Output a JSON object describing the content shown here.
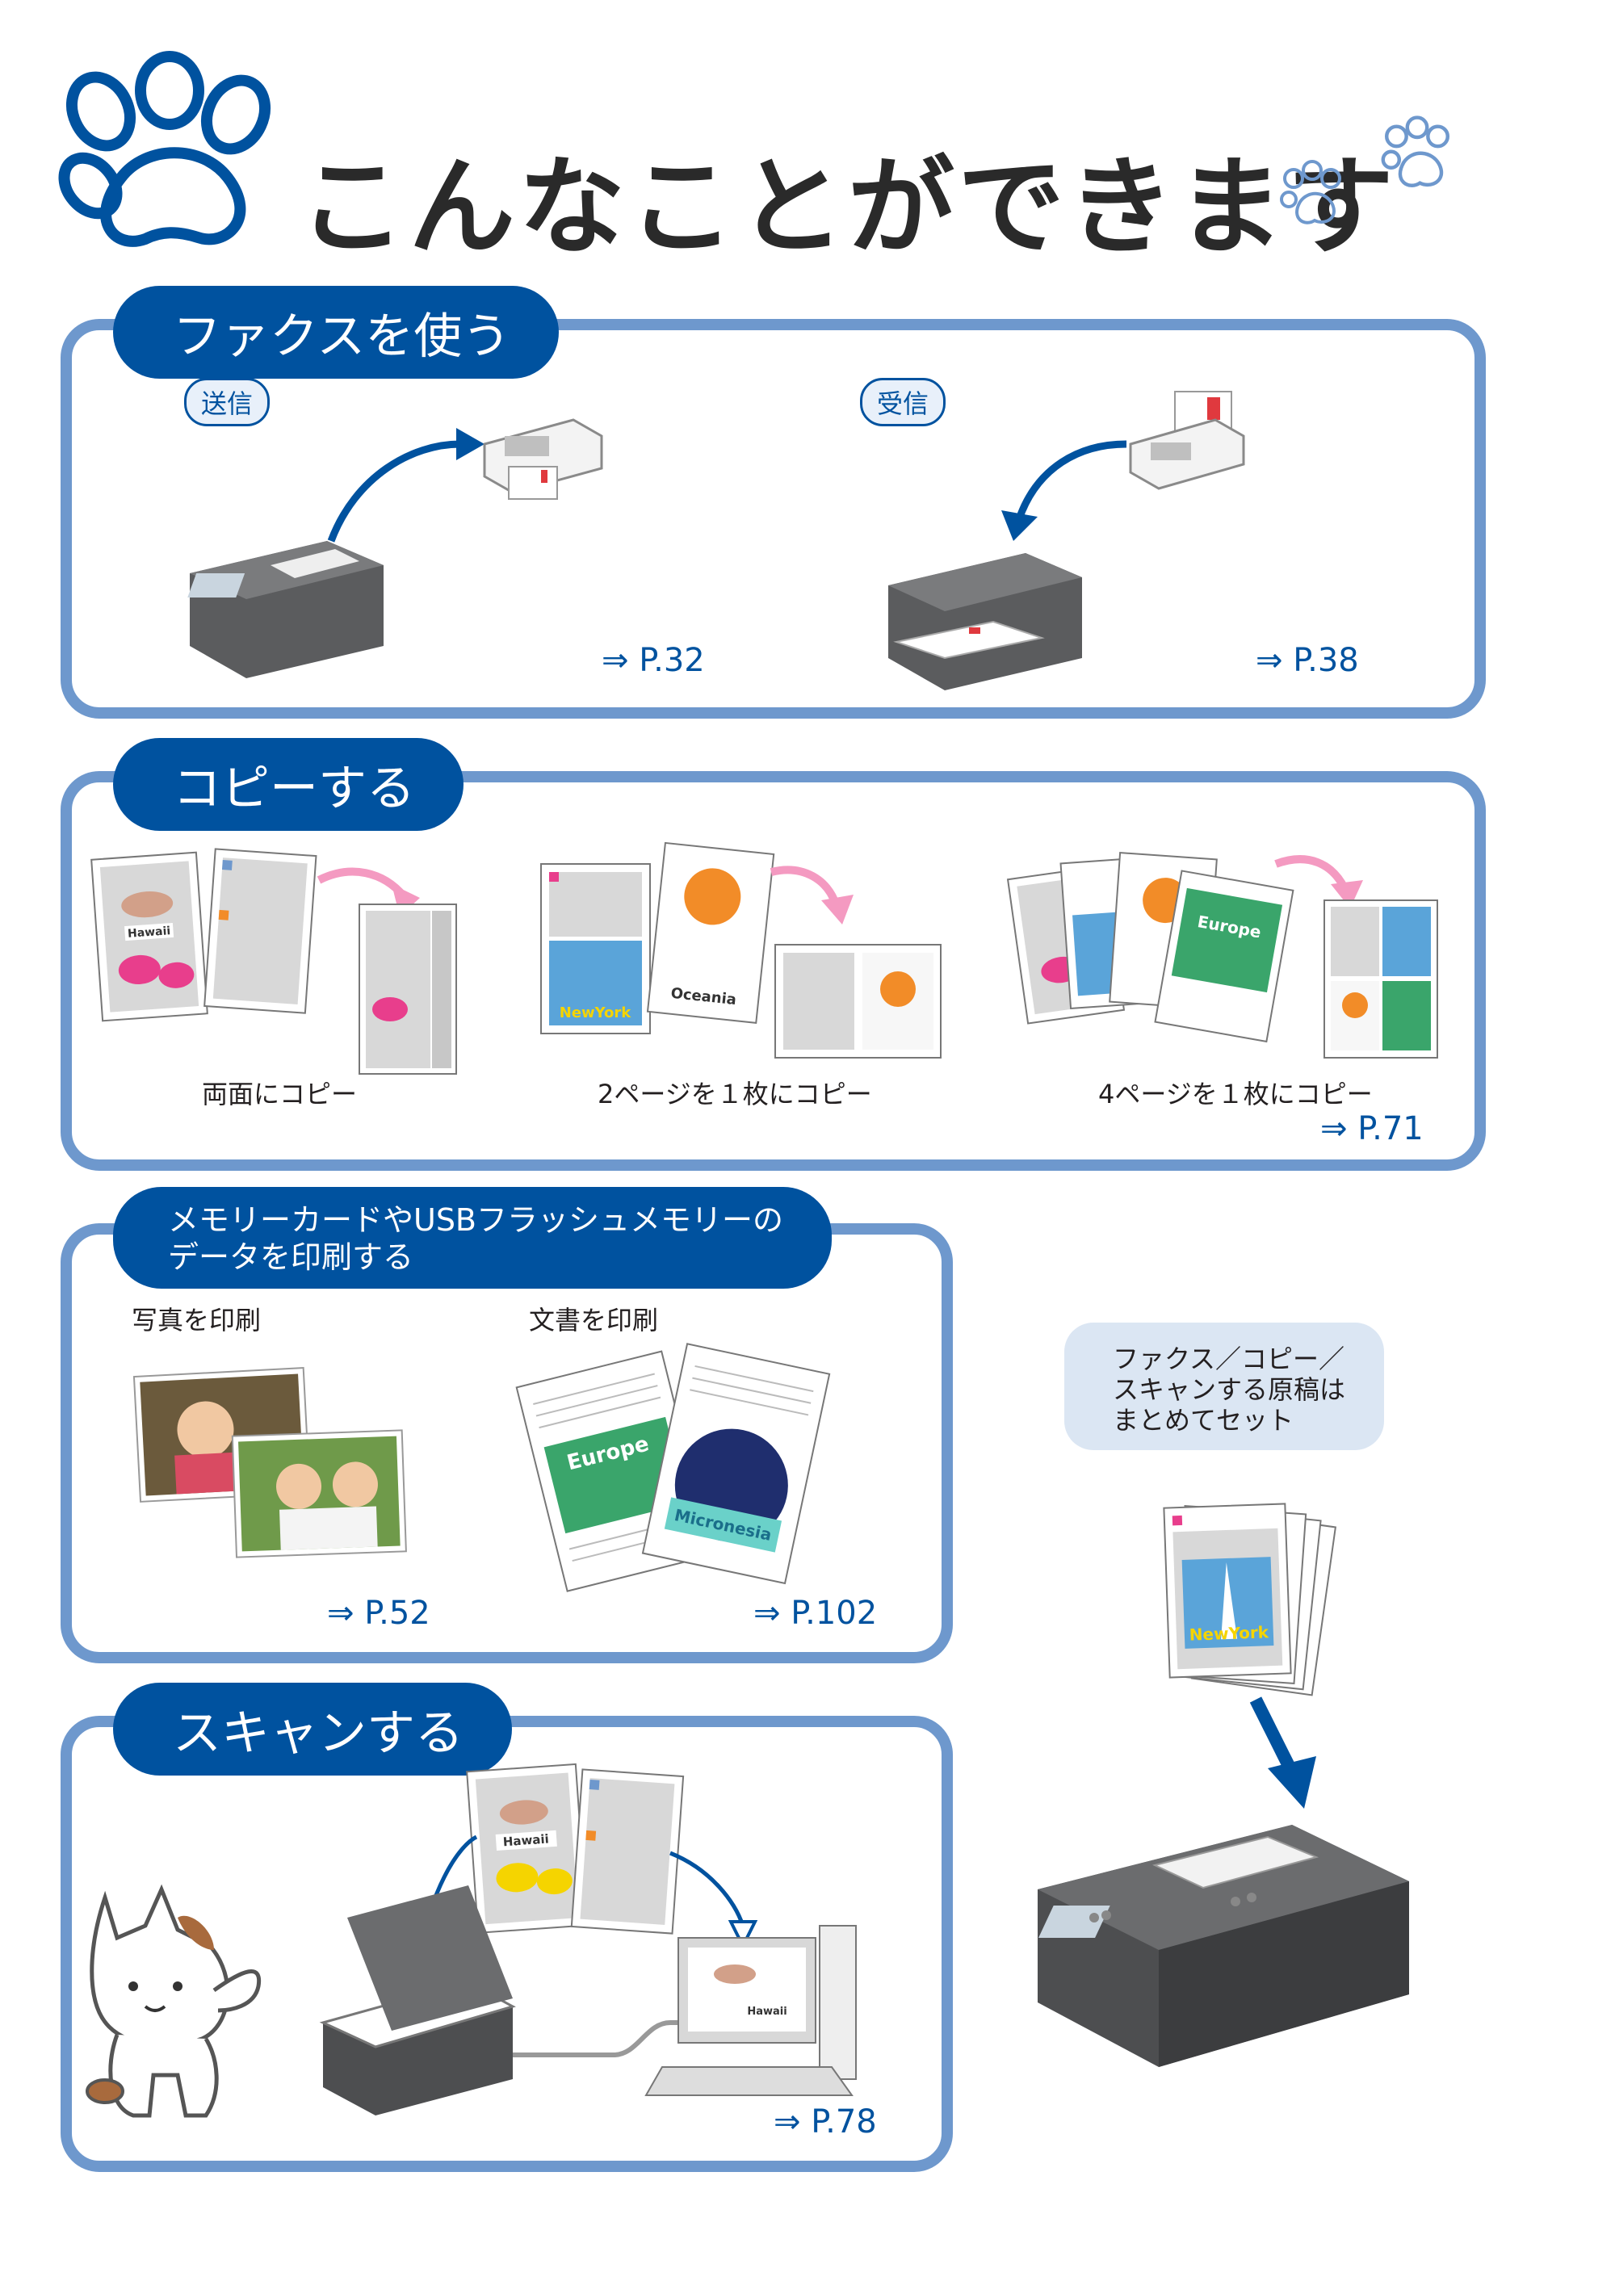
{
  "title": "こんなことができます",
  "sections": {
    "fax": {
      "heading": "ファクスを使う",
      "send_label": "送信",
      "receive_label": "受信",
      "send_ref": "⇒ P.32",
      "receive_ref": "⇒ P.38"
    },
    "copy": {
      "heading": "コピーする",
      "duplex_label": "両面にコピー",
      "two_on_one_label": "2ページを１枚にコピー",
      "four_on_one_label": "4ページを１枚にコピー",
      "ref": "⇒ P.71",
      "sample_text": [
        "Hawaii",
        "Oceania",
        "NewYork",
        "Europe"
      ]
    },
    "print": {
      "heading_line1": "メモリーカードやUSBフラッシュメモリーの",
      "heading_line2": "データを印刷する",
      "photo_label": "写真を印刷",
      "doc_label": "文書を印刷",
      "photo_ref": "⇒ P.52",
      "doc_ref": "⇒ P.102",
      "sample_text": [
        "Europe",
        "Micronesia"
      ]
    },
    "scan": {
      "heading": "スキャンする",
      "ref": "⇒ P.78",
      "sample_text": [
        "Hawaii",
        "Hawaii"
      ]
    }
  },
  "note": {
    "lines": [
      "ファクス／コピー／",
      "スキャンする原稿は",
      "まとめてセット"
    ],
    "sample_text": "NewYork"
  },
  "colors": {
    "frame": "#6e98cd",
    "tab": "#00529f",
    "note_bg": "#dbe6f3",
    "arrow_pink": "#f49ac1"
  }
}
